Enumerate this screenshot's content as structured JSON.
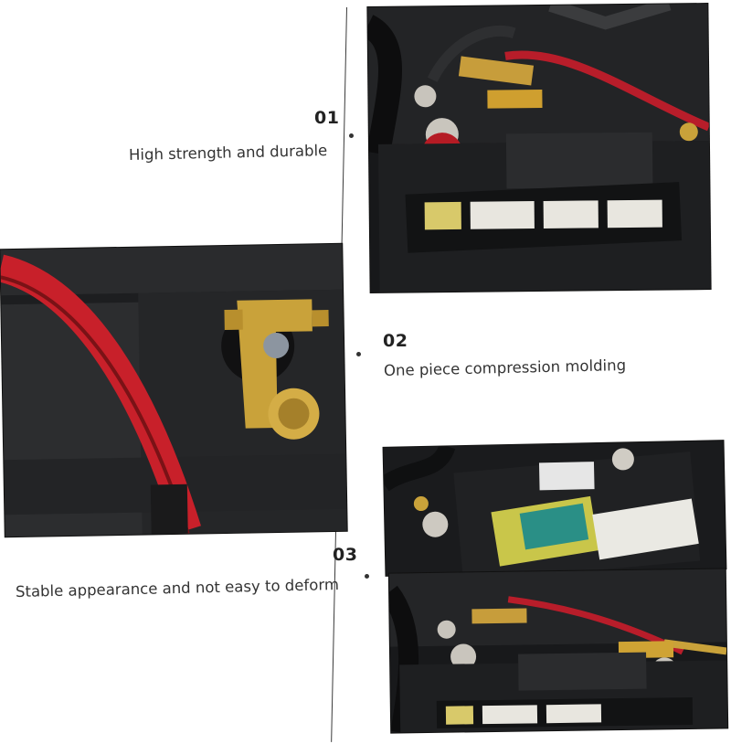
{
  "features": [
    {
      "number": "01",
      "caption": "High strength and durable"
    },
    {
      "number": "02",
      "caption": "One piece compression molding"
    },
    {
      "number": "03",
      "caption": "Stable appearance and not easy to deform"
    }
  ],
  "colors": {
    "text": "#333333",
    "timeline": "#3a3a3a",
    "brass": "#c9a23a",
    "cable_red": "#c8202a",
    "battery_black": "#1e1f21"
  }
}
